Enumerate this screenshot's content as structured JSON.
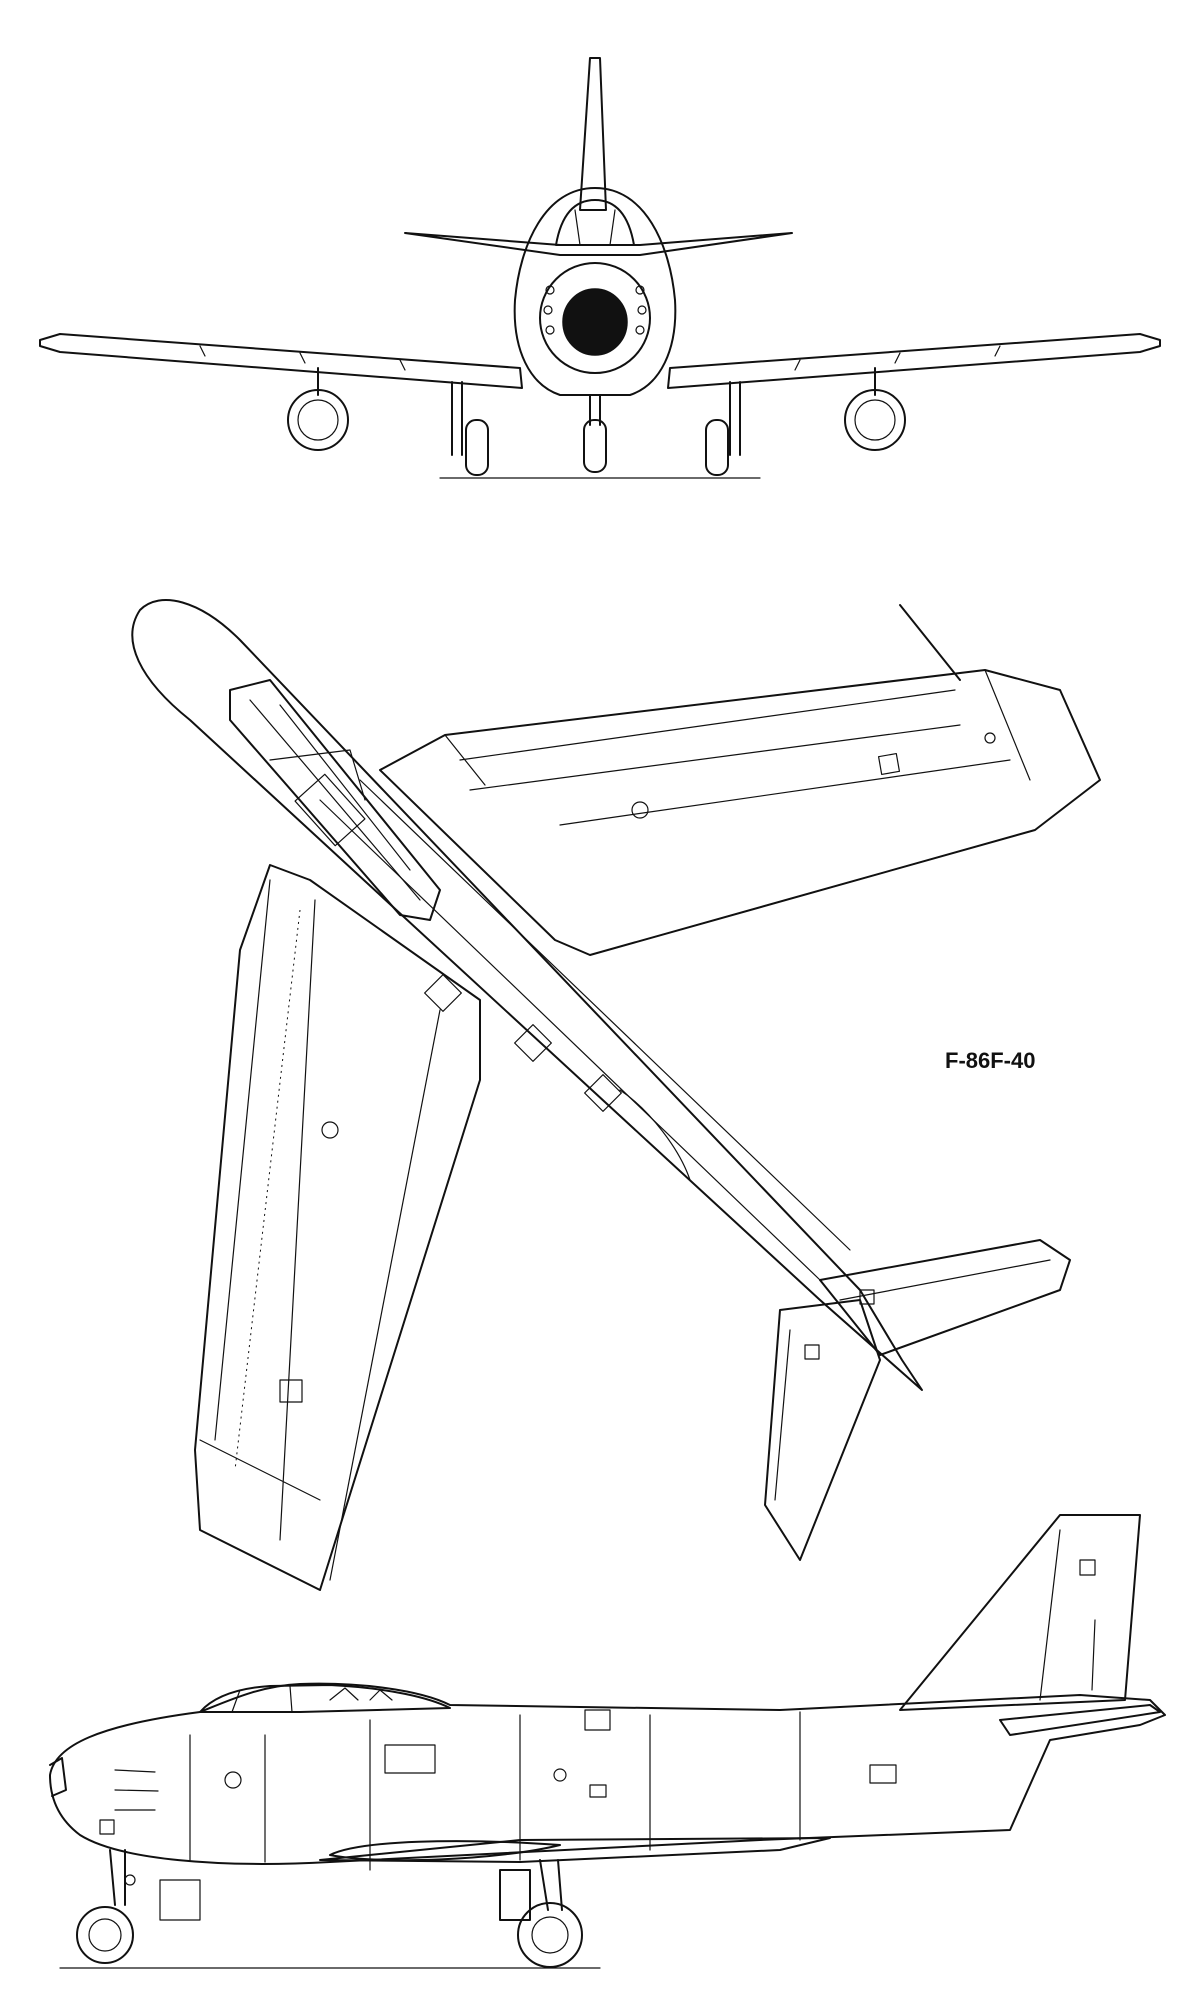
{
  "drawing": {
    "designation": "F-86F-40",
    "views": [
      "front-view",
      "top-view",
      "side-view"
    ],
    "ink_color": "#111111",
    "paper_color": "#ffffff"
  }
}
